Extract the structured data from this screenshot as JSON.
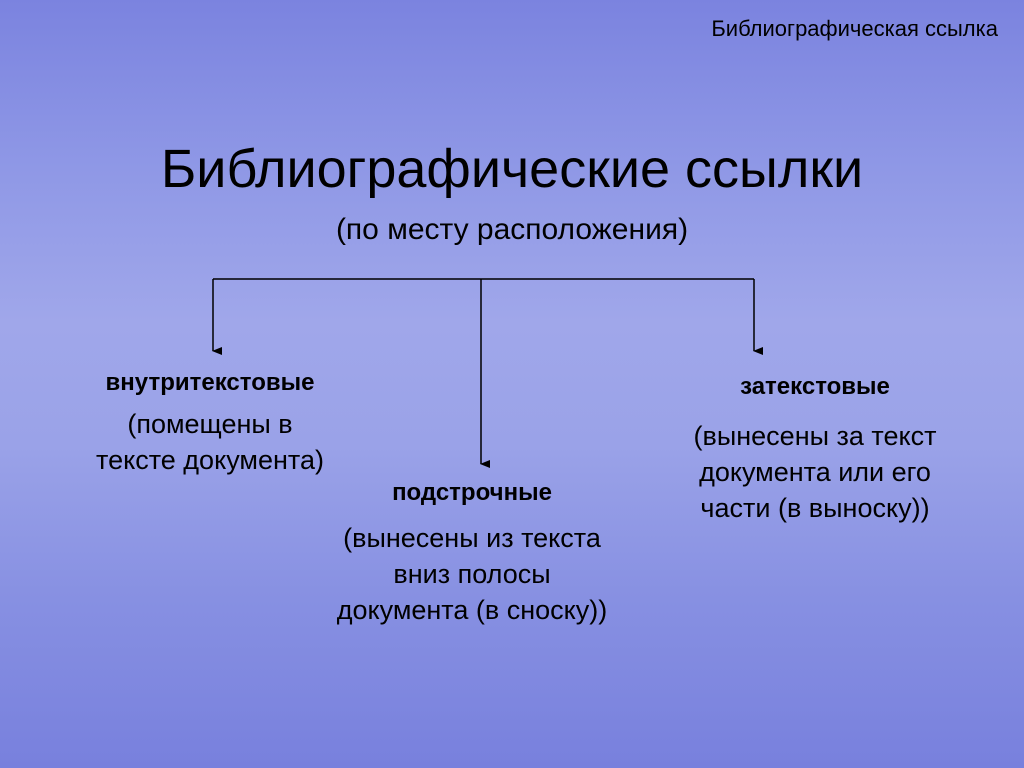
{
  "header": {
    "text": "Библиографическая ссылка"
  },
  "title": "Библиографические ссылки",
  "subtitle": "(по месту расположения)",
  "branches": {
    "left": {
      "title": "внутритекстовые",
      "desc_lines": [
        "(помещены в",
        "тексте документа)"
      ]
    },
    "middle": {
      "title": "подстрочные",
      "desc_lines": [
        "(вынесены из текста",
        "вниз полосы",
        "документа (в сноску))"
      ]
    },
    "right": {
      "title": "затекстовые",
      "desc_lines": [
        "(вынесены за текст",
        "документа или его",
        "части (в выноску))"
      ]
    }
  },
  "colors": {
    "background_top": "#7b83df",
    "background_mid": "#a0a7ea",
    "background_bottom": "#7880dd",
    "text": "#000000"
  }
}
